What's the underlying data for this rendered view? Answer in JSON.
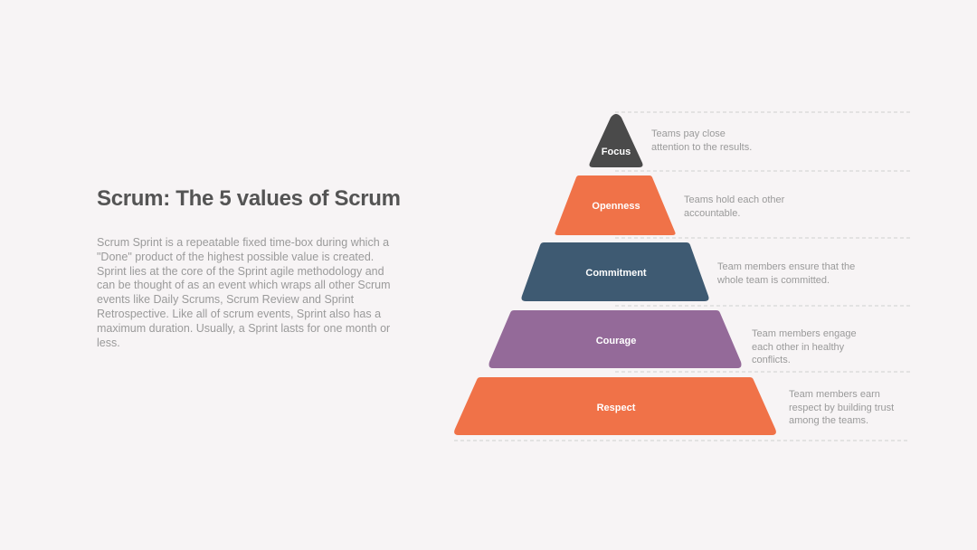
{
  "slide": {
    "title": "Scrum:  The 5 values of Scrum",
    "body": "Scrum Sprint is a repeatable fixed time-box during which a \"Done\" product of the highest possible value is created. Sprint lies at the core of the Sprint agile methodology and can be thought of as an event which wraps all other Scrum events like Daily Scrums, Scrum Review and Sprint Retrospective. Like all of scrum events, Sprint also has a maximum duration. Usually, a Sprint lasts for one month or less."
  },
  "pyramid": {
    "colors": {
      "focus": "#4a4a4a",
      "openness": "#f07248",
      "commitment": "#3e5a72",
      "courage": "#946a99",
      "respect": "#f07248",
      "guides": "#cfcfcf"
    },
    "layers": [
      {
        "label": "Focus",
        "description": "Teams pay close\nattention to the results."
      },
      {
        "label": "Openness",
        "description": "Teams hold each other\naccountable."
      },
      {
        "label": "Commitment",
        "description": "Team members ensure that the\nwhole team is committed."
      },
      {
        "label": "Courage",
        "description": "Team members engage\neach other in healthy\nconflicts."
      },
      {
        "label": "Respect",
        "description": "Team members earn\nrespect by building trust\namong the teams."
      }
    ]
  }
}
